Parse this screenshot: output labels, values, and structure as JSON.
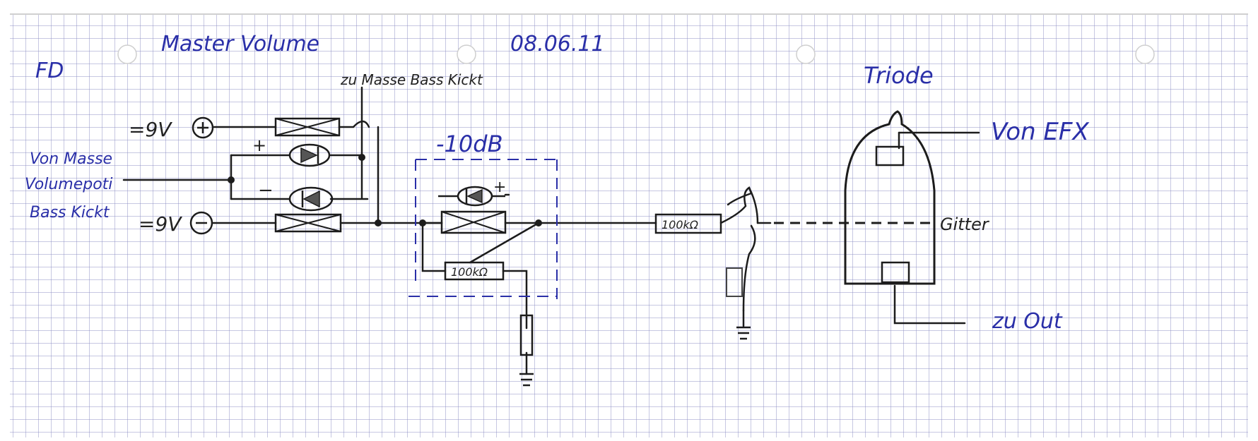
{
  "colors": {
    "paper": "#ffffff",
    "grid": "#8f90c4",
    "ink_blue": "#2a2fa8",
    "ink_black": "#1c1c1c"
  },
  "header": {
    "initials": "FD",
    "title": "Master Volume",
    "date": "08.06.11"
  },
  "labels": {
    "plus_supply": "=9V",
    "minus_supply": "=9V",
    "source": [
      "Von Masse",
      "Volumepoti",
      "Bass Kickt"
    ],
    "ground_note": "zu Masse Bass Kickt",
    "attenuation": "-10dB",
    "plus_sign": "+",
    "minus_sign": "−",
    "resistor_1": "100kΩ",
    "resistor_2": "100kΩ",
    "tube": "Triode",
    "input": "Von EFX",
    "grid": "Gitter",
    "output": "zu Out"
  }
}
